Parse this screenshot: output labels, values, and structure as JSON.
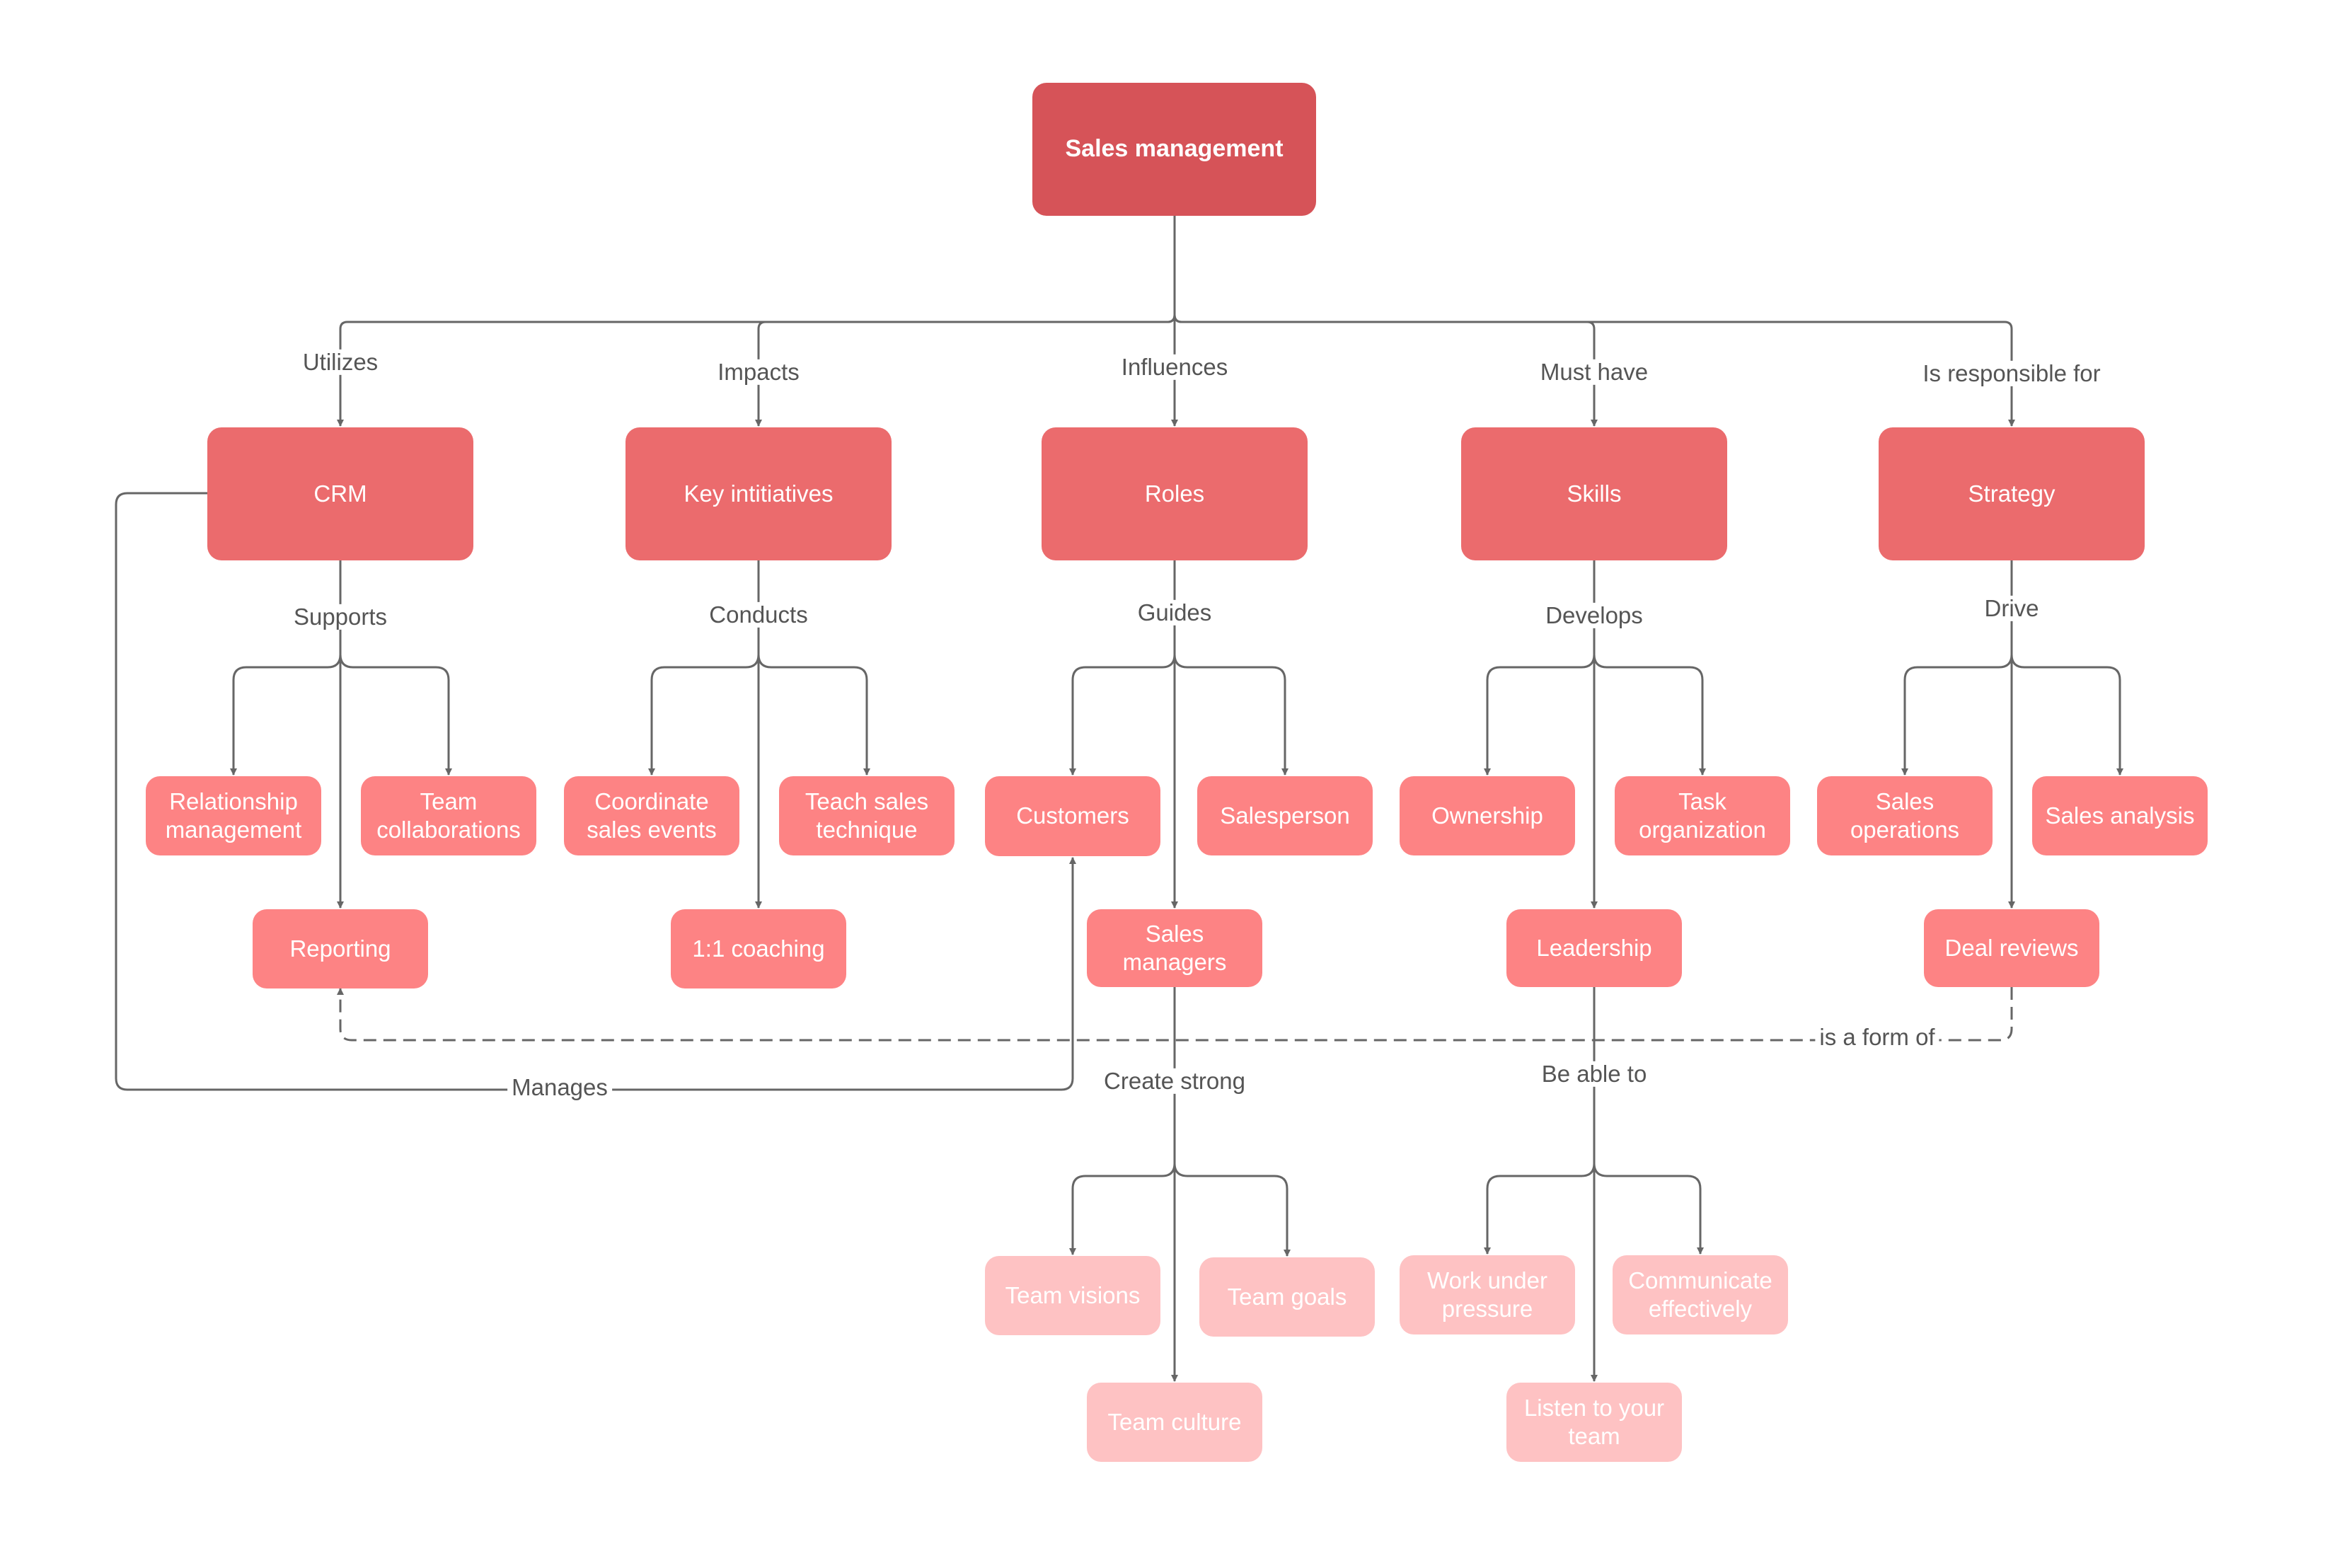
{
  "colors": {
    "root": "#d65358",
    "level1": "#eb6b6d",
    "level2": "#fd8384",
    "level3": "#fec2c3",
    "connector": "#666666",
    "label_text": "#555555"
  },
  "nodes": {
    "root": "Sales management",
    "crm": "CRM",
    "key_initiatives": "Key intitiatives",
    "roles": "Roles",
    "skills": "Skills",
    "strategy": "Strategy",
    "relationship_management": "Relationship\nmanagement",
    "team_collaborations": "Team\ncollaborations",
    "reporting": "Reporting",
    "coordinate_sales_events": "Coordinate\nsales events",
    "teach_sales_technique": "Teach sales\ntechnique",
    "one_on_one_coaching": "1:1 coaching",
    "customers": "Customers",
    "salesperson": "Salesperson",
    "sales_managers": "Sales\nmanagers",
    "ownership": "Ownership",
    "task_organization": "Task\norganization",
    "leadership": "Leadership",
    "sales_operations": "Sales\noperations",
    "sales_analysis": "Sales analysis",
    "deal_reviews": "Deal reviews",
    "team_visions": "Team visions",
    "team_goals": "Team goals",
    "team_culture": "Team culture",
    "work_under_pressure": "Work under\npressure",
    "communicate_effectively": "Communicate\neffectively",
    "listen_to_your_team": "Listen to your\nteam"
  },
  "labels": {
    "utilizes": "Utilizes",
    "impacts": "Impacts",
    "influences": "Influences",
    "must_have": "Must have",
    "is_responsible_for": "Is responsible for",
    "supports": "Supports",
    "conducts": "Conducts",
    "guides": "Guides",
    "develops": "Develops",
    "drive": "Drive",
    "create_strong": "Create strong",
    "be_able_to": "Be able to",
    "manages": "Manages",
    "is_a_form_of": "is a form of"
  }
}
